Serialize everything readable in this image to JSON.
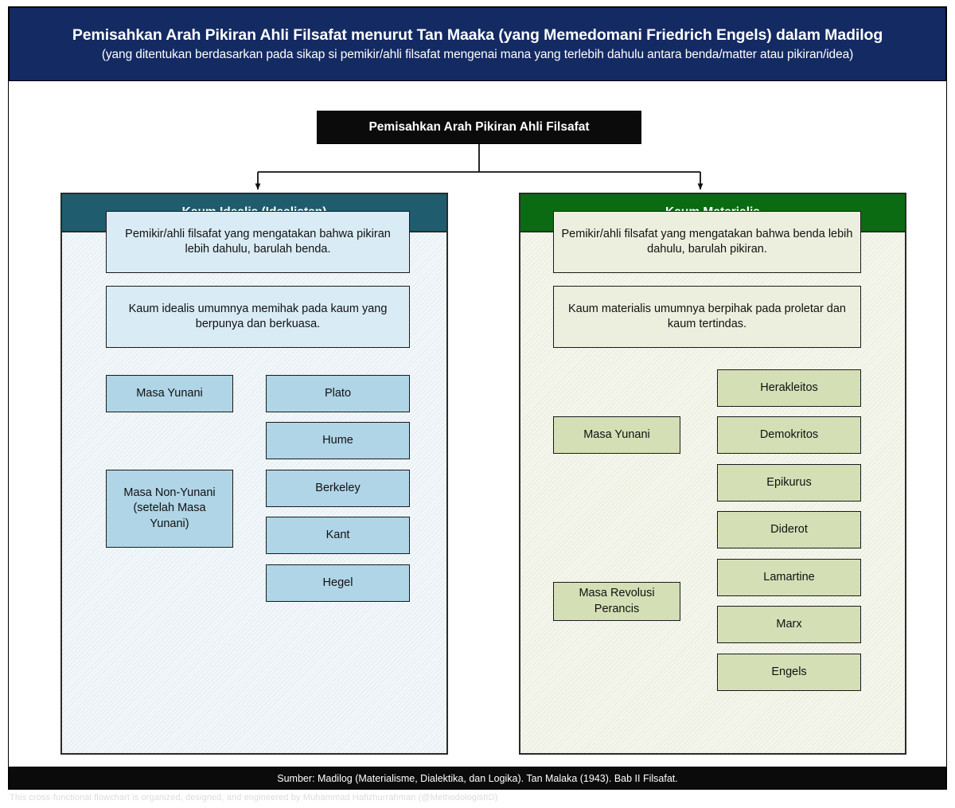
{
  "title": {
    "main": "Pemisahkan Arah Pikiran Ahli Filsafat menurut Tan Maaka (yang Memedomani Friedrich Engels) dalam Madilog",
    "subtitle": "(yang ditentukan berdasarkan pada sikap si pemikir/ahli filsafat mengenai mana yang terlebih dahulu antara benda/matter atau pikiran/idea)"
  },
  "root": {
    "label": "Pemisahkan Arah Pikiran Ahli Filsafat"
  },
  "lanes": [
    {
      "id": "idealis",
      "header": "Kaum Idealis (Idealisten)",
      "header_color": "#1F5C6E",
      "body_color": "#F2F7FA",
      "definition": "Pemikir/ahli filsafat yang mengatakan bahwa pikiran lebih dahulu, barulah benda.",
      "alignment": "Kaum idealis umumnya memihak pada kaum yang berpunya dan berkuasa.",
      "groups": [
        {
          "label": "Masa Yunani",
          "figures": [
            "Plato"
          ]
        },
        {
          "label": "Masa Non-Yunani (setelah Masa Yunani)",
          "figures": [
            "Hume",
            "Berkeley",
            "Kant",
            "Hegel"
          ]
        }
      ]
    },
    {
      "id": "materialis",
      "header": "Kaum Materialis",
      "header_color": "#0B6B12",
      "body_color": "#F5F6EC",
      "definition": "Pemikir/ahli filsafat yang mengatakan bahwa benda lebih dahulu, barulah pikiran.",
      "alignment": "Kaum materialis umumnya berpihak pada proletar dan kaum tertindas.",
      "groups": [
        {
          "label": "Masa Yunani",
          "figures": [
            "Herakleitos",
            "Demokritos",
            "Epikurus"
          ]
        },
        {
          "label": "Masa Revolusi Perancis",
          "figures": [
            "Diderot",
            "Lamartine",
            "Marx",
            "Engels"
          ]
        }
      ]
    }
  ],
  "footer": {
    "source": "Sumber: Madilog (Materialisme, Dialektika, dan Logika). Tan Malaka (1943). Bab II Filsafat.",
    "credit": "This cross-functional flowchart is organized, designed, and engineered by Muhammad Hafizhurrahman (@MethodologistID)"
  },
  "colors": {
    "banner": "#132A63",
    "root": "#0B0B0B",
    "idealis_header": "#1F5C6E",
    "materialis_header": "#0B6B12",
    "idealis_node": "#AFD5E6",
    "idealis_note": "#D9EBF4",
    "materialis_node": "#D4DFB5",
    "materialis_note": "#EDEFDE"
  }
}
